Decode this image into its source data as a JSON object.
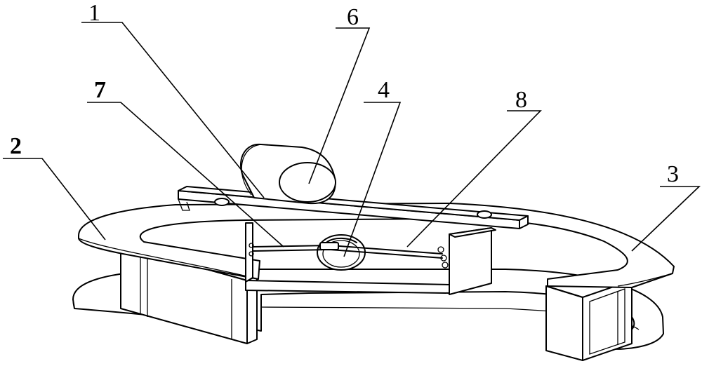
{
  "labels": [
    {
      "id": "1",
      "text": "1"
    },
    {
      "id": "2",
      "text": "2"
    },
    {
      "id": "3",
      "text": "3"
    },
    {
      "id": "4",
      "text": "4"
    },
    {
      "id": "6",
      "text": "6"
    },
    {
      "id": "7",
      "text": "7"
    },
    {
      "id": "8",
      "text": "8"
    }
  ]
}
